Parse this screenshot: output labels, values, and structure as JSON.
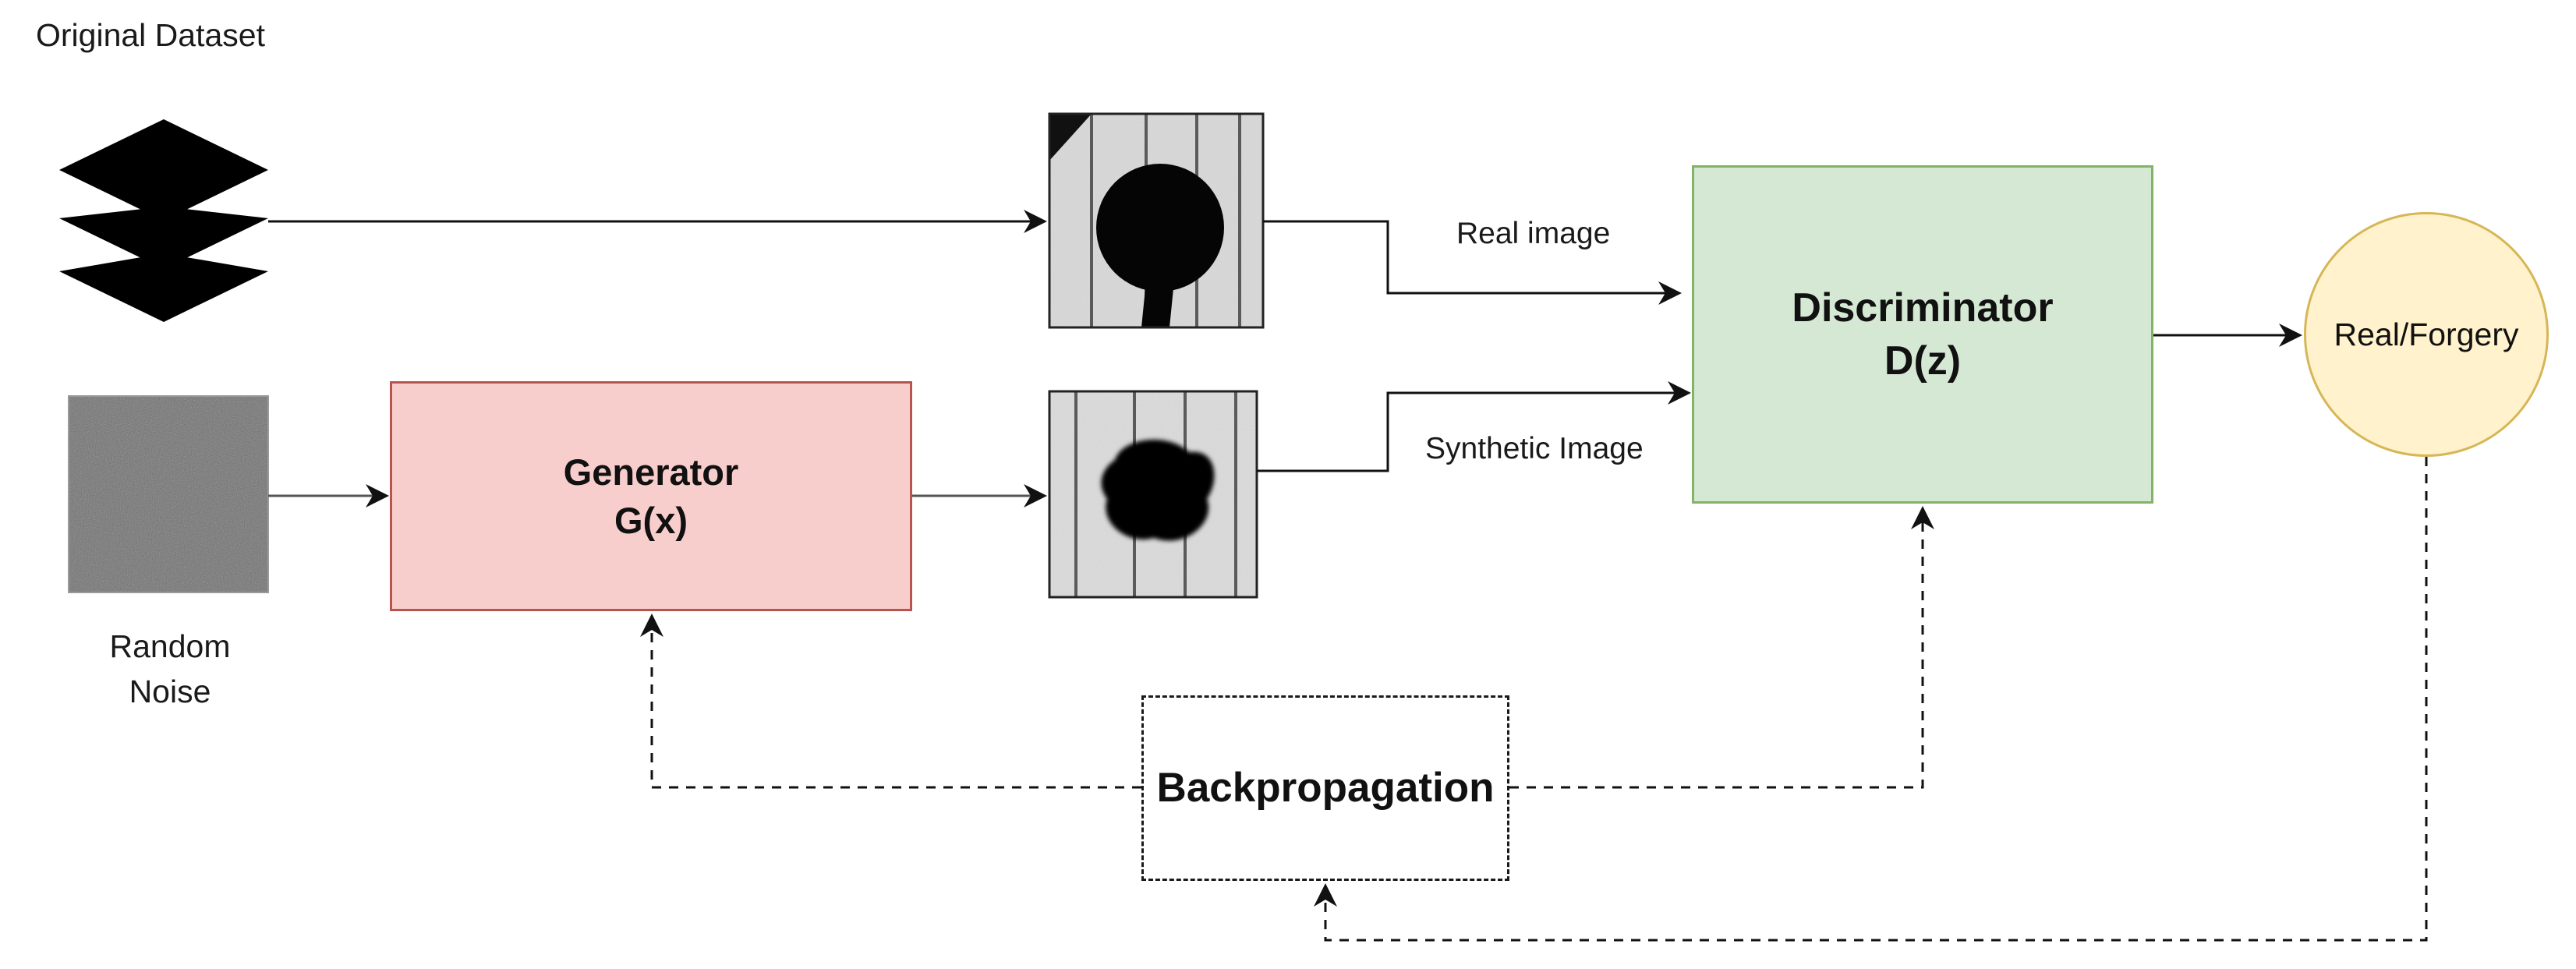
{
  "labels": {
    "original_dataset": "Original Dataset",
    "random_noise_line1": "Random",
    "random_noise_line2": "Noise",
    "real_image": "Real image",
    "synthetic_image": "Synthetic Image"
  },
  "nodes": {
    "generator": {
      "title": "Generator",
      "subtitle": "G(x)",
      "fill": "#f8cecc",
      "stroke": "#b85450"
    },
    "discriminator": {
      "title": "Discriminator",
      "subtitle": "D(z)",
      "fill": "#d5e8d4",
      "stroke": "#82b366"
    },
    "backpropagation": {
      "title": "Backpropagation"
    },
    "output": {
      "label": "Real/Forgery",
      "fill": "#fff2cc",
      "stroke": "#d6b656"
    }
  },
  "icons": {
    "dataset": "layers-stack-icon",
    "noise": "random-noise-image",
    "real_sample": "real-sample-image",
    "synthetic_sample": "synthetic-sample-image"
  }
}
